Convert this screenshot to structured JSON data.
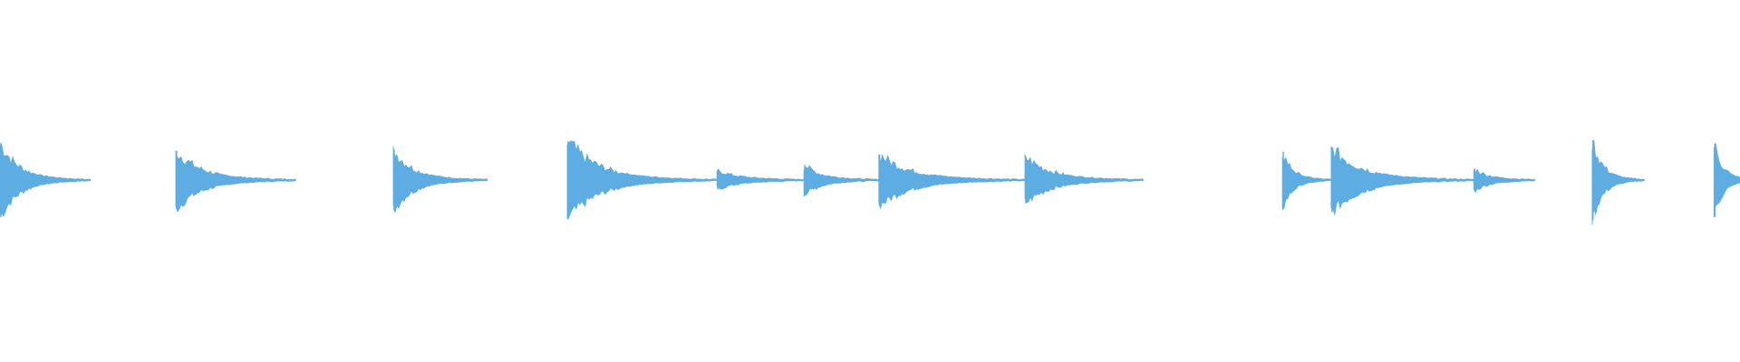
{
  "waveform": {
    "color": "#5dade2",
    "background": "#ffffff",
    "events": [
      {
        "onset": 0.0,
        "release": 0.052,
        "amplitude": 0.93
      },
      {
        "onset": 0.101,
        "release": 0.069,
        "amplitude": 0.72
      },
      {
        "onset": 0.226,
        "release": 0.054,
        "amplitude": 0.75
      },
      {
        "onset": 0.326,
        "release": 0.086,
        "amplitude": 0.98
      },
      {
        "onset": 0.412,
        "release": 0.05,
        "amplitude": 0.2
      },
      {
        "onset": 0.462,
        "release": 0.043,
        "amplitude": 0.35
      },
      {
        "onset": 0.505,
        "release": 0.084,
        "amplitude": 0.63
      },
      {
        "onset": 0.589,
        "release": 0.068,
        "amplitude": 0.57
      },
      {
        "onset": 0.737,
        "release": 0.028,
        "amplitude": 0.7
      },
      {
        "onset": 0.765,
        "release": 0.082,
        "amplitude": 0.8
      },
      {
        "onset": 0.847,
        "release": 0.035,
        "amplitude": 0.25
      },
      {
        "onset": 0.915,
        "release": 0.03,
        "amplitude": 1.0
      },
      {
        "onset": 0.985,
        "release": 0.025,
        "amplitude": 0.92
      }
    ]
  }
}
